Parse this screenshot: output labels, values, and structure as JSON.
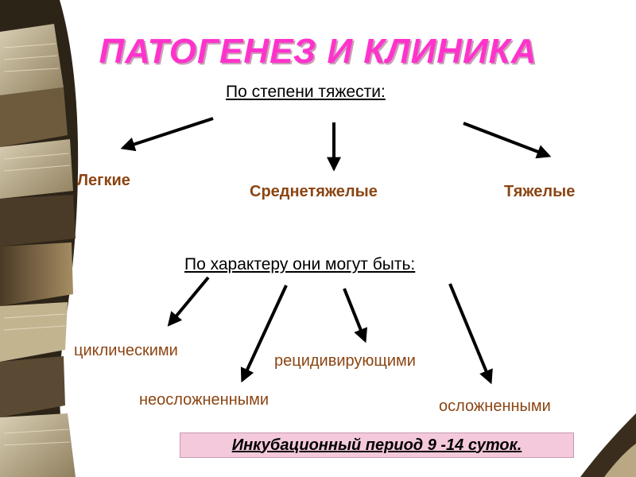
{
  "title": "ПАТОГЕНЕЗ И КЛИНИКА",
  "severity": {
    "heading": "По степени тяжести:",
    "items": [
      "Легкие",
      "Среднетяжелые",
      "Тяжелые"
    ]
  },
  "character": {
    "heading": "По характеру они могут быть:",
    "items": [
      "циклическими",
      "неосложненными",
      "рецидивирующими",
      "осложненными"
    ]
  },
  "incubation": "Инкубационный период 9 -14 суток.",
  "colors": {
    "title": "#ff33cc",
    "category_text": "#8b4513",
    "incubation_bg": "#f4c9dc"
  }
}
